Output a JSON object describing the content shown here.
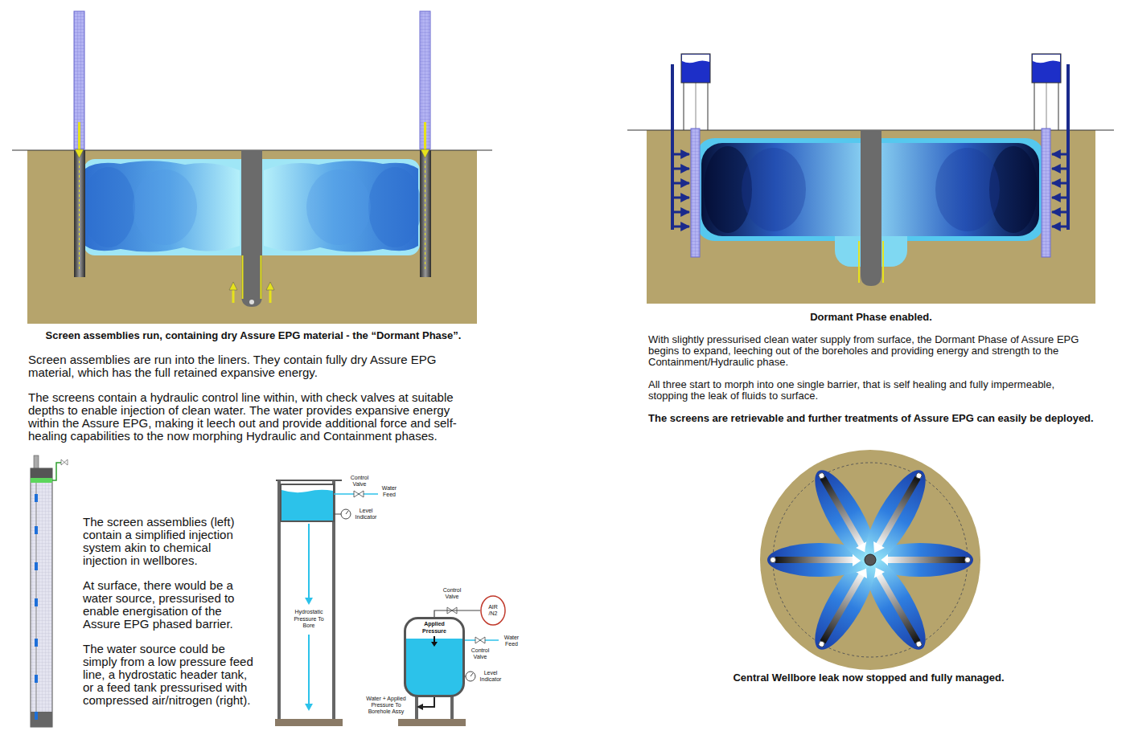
{
  "diagram": {
    "nodes": [
      {
        "text": [
          "AIR /N2"
        ]
      },
      {
        "text": [
          "Applied Pressure"
        ]
      }
    ],
    "edges": [
      {
        "from": 0,
        "to": 1,
        "arrow": "none"
      }
    ],
    "labels": [
      "Screen assemblies run, containing dry Assure EPG material - the “Dormant Phase”.",
      "Screen assemblies are run into the liners. They contain fully dry Assure EPG material, which has the full retained expansive energy.",
      "The screens contain a hydraulic control line within, with check valves at suitable depths to enable injection of clean water. The water provides expansive energy within the Assure EPG, making it leech out and provide additional force and self-healing capabilities to the now morphing Hydraulic and Containment phases.",
      "The screen assemblies (left) contain a simplified injection system akin to chemical injection in wellbores.",
      "At surface, there would be a water source, pressurised to enable energisation of the Assure EPG phased barrier.",
      "The water source could be simply from a low pressure feed line, a hydrostatic header tank, or a feed tank pressurised with compressed air/nitrogen (right).",
      "Control Valve",
      "Water Feed",
      "Level Indicator",
      "Hydrostatic Pressure To Bore",
      "Control Valve",
      "Water Feed",
      "Control Valve",
      "Level Indicator",
      "Water + Applied Pressure To Borehole Assy",
      "Dormant Phase enabled.",
      "With slightly pressurised clean water supply from surface, the Dormant Phase of Assure EPG begins to expand, leeching out of the boreholes and providing energy and strength to the Containment/Hydraulic phase.",
      "All three start to morph into one single barrier, that is self healing and fully impermeable, stopping the leak of fluids to surface.",
      "The screens are retrievable and further treatments of Assure EPG can easily be deployed.",
      "Central Wellbore leak now stopped and fully managed."
    ]
  }
}
